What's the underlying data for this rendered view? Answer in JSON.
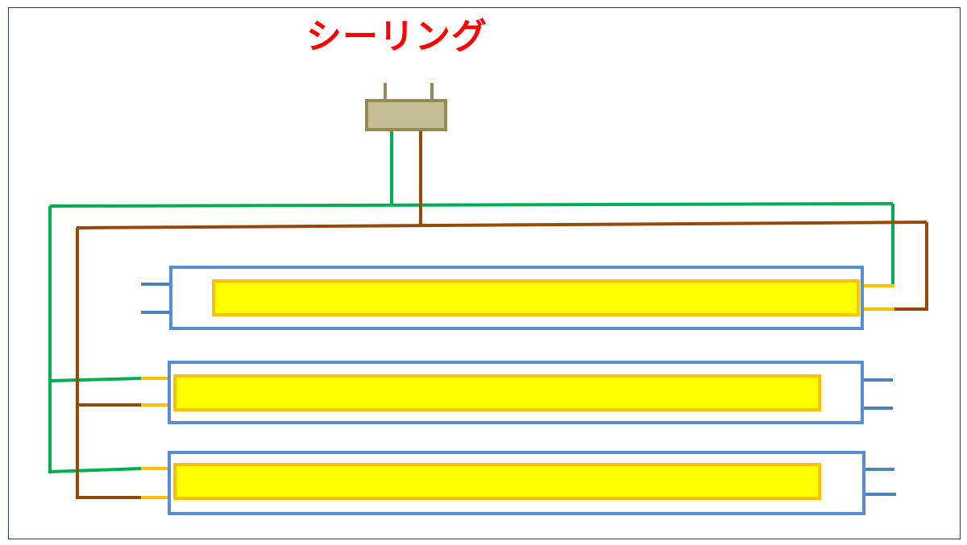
{
  "title": {
    "text": "シーリング",
    "color": "#ff0000"
  },
  "colors": {
    "frame": "#1f3864",
    "socket_fill": "#c4bd97",
    "socket_stroke": "#948a54",
    "wire_green": "#00b050",
    "wire_brown": "#984807",
    "tube_outline": "#558ed5",
    "tube_glow_fill": "#ffff00",
    "tube_glow_stroke": "#ffc000",
    "pin_blue": "#4f81bd"
  },
  "components": {
    "ceiling_socket": "ceiling-socket",
    "tubes": [
      "tube-1",
      "tube-2",
      "tube-3"
    ]
  }
}
